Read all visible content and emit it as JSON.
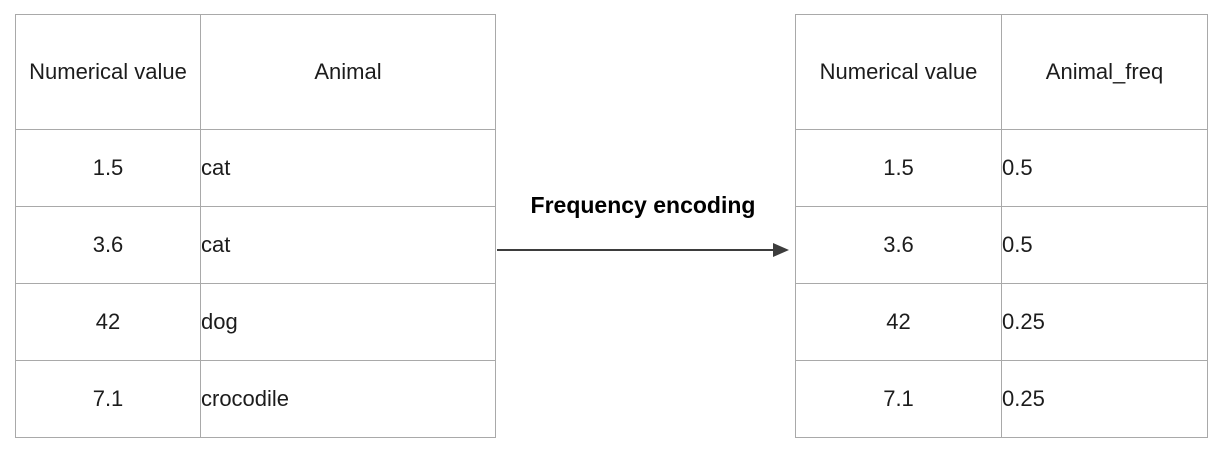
{
  "diagram_title": "Frequency encoding",
  "arrow_label": "Frequency encoding",
  "left_table": {
    "headers": [
      "Numerical value",
      "Animal"
    ],
    "rows": [
      [
        "1.5",
        "cat"
      ],
      [
        "3.6",
        "cat"
      ],
      [
        "42",
        "dog"
      ],
      [
        "7.1",
        "crocodile"
      ]
    ]
  },
  "right_table": {
    "headers": [
      "Numerical value",
      "Animal_freq"
    ],
    "rows": [
      [
        "1.5",
        "0.5"
      ],
      [
        "3.6",
        "0.5"
      ],
      [
        "42",
        "0.25"
      ],
      [
        "7.1",
        "0.25"
      ]
    ]
  },
  "colors": {
    "table_border": "#a9a9a9",
    "text": "#1c1c1c",
    "arrow": "#3d3d3d",
    "background": "#ffffff"
  }
}
